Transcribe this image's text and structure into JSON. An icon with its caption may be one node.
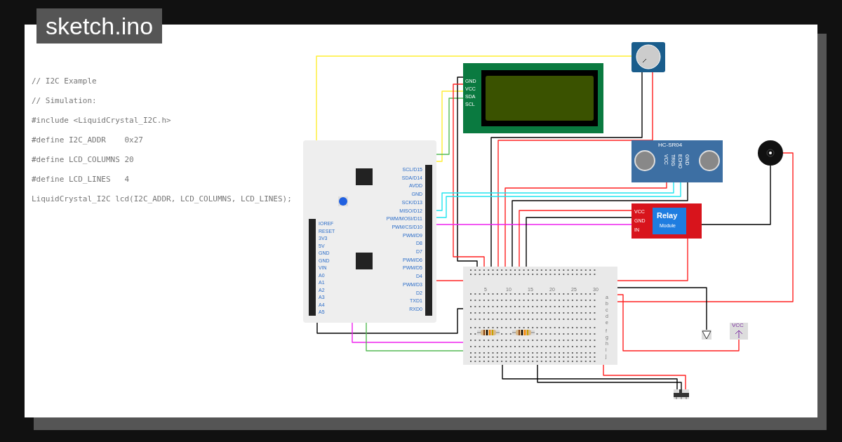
{
  "diagram": {
    "title": "sketch.ino",
    "nodes": [
      {
        "text": [],
        "shape": "picture"
      },
      {
        "text": [
          "GND",
          "VCC",
          "SDA",
          "SCL"
        ]
      },
      {
        "text": [
          "IOREF",
          "RESET",
          "3V3",
          "5V",
          "GND",
          "GND",
          "VIN",
          "A0",
          "A1",
          "A2",
          "A3",
          "A4",
          "A5",
          "SCL/D15",
          "SDA/D14",
          "AVDD",
          "GND",
          "SCK/D13",
          "MISO/D12",
          "PWM/MOSI/D11",
          "PWM/CS/D10",
          "PWM/D9",
          "D8",
          "D7",
          "PWM/D6",
          "PWM/D5",
          "D4",
          "PWM/D3",
          "D2",
          "TXD1",
          "RXD0"
        ]
      },
      {
        "text": [
          "HC-SR04",
          "VCC",
          "TRIG",
          "ECHO",
          "GND"
        ]
      },
      {
        "text": [],
        "shape": "picture"
      },
      {
        "text": [
          "Relay",
          "Module",
          "VCC",
          "GND",
          "IN"
        ]
      },
      {
        "text": [
          "5",
          "10",
          "15",
          "20",
          "25",
          "30",
          "a",
          "b",
          "c",
          "d",
          "e",
          "f",
          "g",
          "h",
          "i",
          "j"
        ]
      },
      {
        "text": [],
        "shape": "picture",
        "in": 6
      },
      {
        "text": [],
        "shape": "picture",
        "in": 6
      },
      {
        "text": [],
        "shape": "picture"
      },
      {
        "text": [],
        "shape": "picture"
      },
      {
        "text": [
          "VCC"
        ]
      }
    ],
    "edges": [
      {
        "from": 0,
        "to": 2,
        "arrow": "none",
        "color": "#ffee33"
      },
      {
        "from": 1,
        "to": 2,
        "arrow": "none",
        "color": "#ffee33"
      },
      {
        "from": 1,
        "to": 2,
        "arrow": "none",
        "color": "#55bb55"
      },
      {
        "from": 1,
        "to": 6,
        "arrow": "none",
        "color": "#000000"
      },
      {
        "from": 1,
        "to": 6,
        "arrow": "none",
        "color": "#ff2222"
      },
      {
        "from": 0,
        "to": 6,
        "arrow": "none",
        "color": "#000000"
      },
      {
        "from": 0,
        "to": 6,
        "arrow": "none",
        "color": "#ff2222"
      },
      {
        "from": 3,
        "to": 6,
        "arrow": "none",
        "color": "#ff2222"
      },
      {
        "from": 2,
        "to": 3,
        "arrow": "none",
        "color": "#22e5f0"
      },
      {
        "from": 2,
        "to": 3,
        "arrow": "none",
        "color": "#22e5f0"
      },
      {
        "from": 3,
        "to": 6,
        "arrow": "none",
        "color": "#000000"
      },
      {
        "from": 2,
        "to": 5,
        "arrow": "none",
        "color": "#ee22ee"
      },
      {
        "from": 5,
        "to": 6,
        "arrow": "none",
        "color": "#ff2222"
      },
      {
        "from": 5,
        "to": 6,
        "arrow": "none",
        "color": "#000000"
      },
      {
        "from": 5,
        "to": 4,
        "arrow": "none",
        "color": "#000000"
      },
      {
        "from": 5,
        "to": 6,
        "arrow": "none",
        "color": "#ff2222"
      },
      {
        "from": 4,
        "to": 6,
        "arrow": "none",
        "color": "#ff2222"
      },
      {
        "from": 6,
        "to": 10,
        "arrow": "none",
        "color": "#000000"
      },
      {
        "from": 6,
        "to": 11,
        "arrow": "none",
        "color": "#ff2222"
      },
      {
        "from": 2,
        "to": 6,
        "arrow": "none",
        "color": "#ff2222"
      },
      {
        "from": 2,
        "to": 6,
        "arrow": "none",
        "color": "#000000"
      },
      {
        "from": 2,
        "to": 7,
        "arrow": "none",
        "color": "#ee22ee"
      },
      {
        "from": 2,
        "to": 8,
        "arrow": "none",
        "color": "#55bb55"
      },
      {
        "from": 7,
        "to": 9,
        "arrow": "none",
        "color": "#000000"
      },
      {
        "from": 8,
        "to": 9,
        "arrow": "none",
        "color": "#000000"
      },
      {
        "from": 6,
        "to": 9,
        "arrow": "none",
        "color": "#ff2222"
      }
    ],
    "labels": [
      "// I2C Example",
      "// Simulation:",
      "#include <LiquidCrystal_I2C.h>",
      "#define I2C_ADDR    0x27",
      "#define LCD_COLUMNS 20",
      "#define LCD_LINES   4",
      "LiquidCrystal_I2C lcd(I2C_ADDR, LCD_COLUMNS, LCD_LINES);"
    ]
  }
}
